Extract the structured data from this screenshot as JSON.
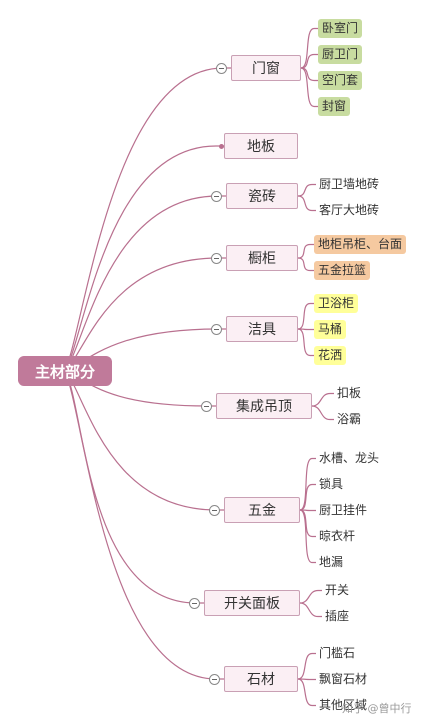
{
  "root": {
    "label": "主材部分"
  },
  "branches": [
    {
      "label": "门窗",
      "leaves": [
        {
          "label": "卧室门",
          "color": "#c8dca0"
        },
        {
          "label": "厨卫门",
          "color": "#c8dca0"
        },
        {
          "label": "空门套",
          "color": "#c8dca0"
        },
        {
          "label": "封窗",
          "color": "#c8dca0"
        }
      ]
    },
    {
      "label": "地板",
      "leaves": []
    },
    {
      "label": "瓷砖",
      "leaves": [
        {
          "label": "厨卫墙地砖"
        },
        {
          "label": "客厅大地砖"
        }
      ]
    },
    {
      "label": "橱柜",
      "leaves": [
        {
          "label": "地柜吊柜、台面",
          "color": "#f5c9a0"
        },
        {
          "label": "五金拉篮",
          "color": "#f5c9a0"
        }
      ]
    },
    {
      "label": "洁具",
      "leaves": [
        {
          "label": "卫浴柜",
          "color": "#ffff99"
        },
        {
          "label": "马桶",
          "color": "#ffff99"
        },
        {
          "label": "花洒",
          "color": "#ffff99"
        }
      ]
    },
    {
      "label": "集成吊顶",
      "leaves": [
        {
          "label": "扣板"
        },
        {
          "label": "浴霸"
        }
      ]
    },
    {
      "label": "五金",
      "leaves": [
        {
          "label": "水槽、龙头"
        },
        {
          "label": "锁具"
        },
        {
          "label": "厨卫挂件"
        },
        {
          "label": "晾衣杆"
        },
        {
          "label": "地漏"
        }
      ]
    },
    {
      "label": "开关面板",
      "leaves": [
        {
          "label": "开关"
        },
        {
          "label": "插座"
        }
      ]
    },
    {
      "label": "石材",
      "leaves": [
        {
          "label": "门槛石"
        },
        {
          "label": "飘窗石材"
        },
        {
          "label": "其他区域"
        }
      ]
    }
  ],
  "watermark": "知乎 @曾中行",
  "colors": {
    "line": "#b9708f",
    "root_fill": "#c07a9a",
    "branch_fill": "#fbeff4"
  }
}
